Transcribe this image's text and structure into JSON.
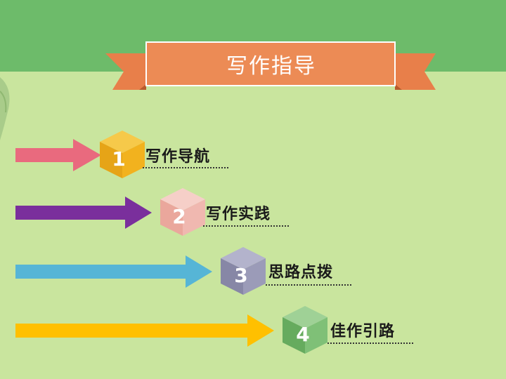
{
  "banner": {
    "title": "写作指导"
  },
  "items": [
    {
      "number": "1",
      "label": "写作导航",
      "color": "#e96a7e",
      "cube_color": "#f2b21e"
    },
    {
      "number": "2",
      "label": "写作实践",
      "color": "#7a2f9c",
      "cube_color": "#f0b8b0"
    },
    {
      "number": "3",
      "label": "思路点拨",
      "color": "#56b5d6",
      "cube_color": "#9b9bb8"
    },
    {
      "number": "4",
      "label": "佳作引路",
      "color": "#ffc000",
      "cube_color": "#7fc077"
    }
  ],
  "colors": {
    "top_band": "#6dbb6a",
    "background": "#c9e59e",
    "banner": "#ec8b55"
  }
}
